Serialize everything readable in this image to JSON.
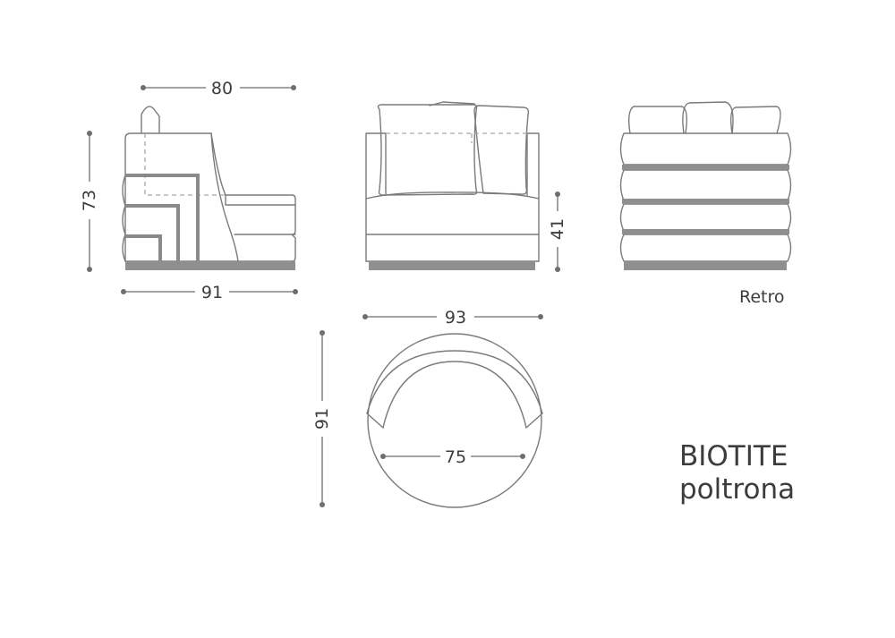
{
  "dimensions": {
    "side_depth": "80",
    "side_height": "73",
    "side_width": "91",
    "front_width": "93",
    "seat_height": "41",
    "top_depth": "91",
    "top_inner_width": "75"
  },
  "labels": {
    "back_view": "Retro"
  },
  "product": {
    "name": "BIOTITE",
    "type": "poltrona"
  },
  "colors": {
    "line": "#7a7a7a",
    "base": "#8f8f8f",
    "text": "#3c3c3c"
  }
}
